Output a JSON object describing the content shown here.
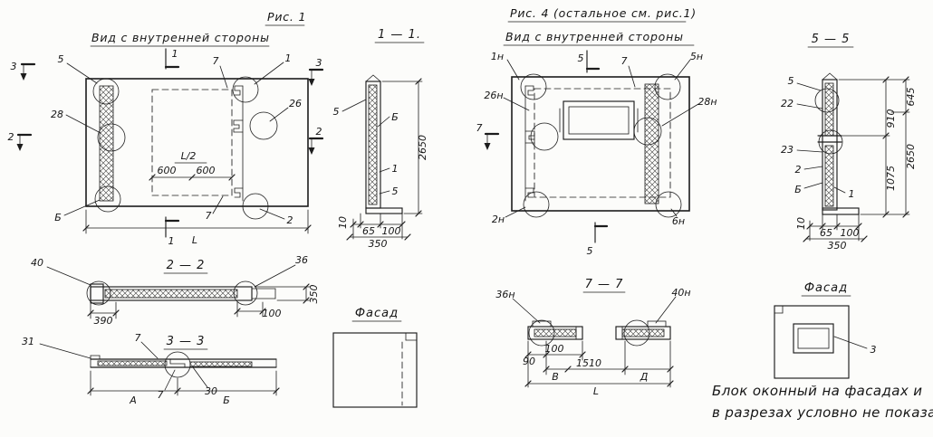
{
  "fig1": {
    "title": "Рис. 1",
    "view_label": "Вид с внутренней стороны",
    "plan": {
      "mark_3_left": "3",
      "callout_5": "5",
      "mark_1_top": "1",
      "callout_7_top": "7",
      "callout_1": "1",
      "mark_3_right": "3",
      "callout_28": "28",
      "callout_26": "26",
      "mark_2_left": "2",
      "mark_2_right": "2",
      "dim_half_l": "L/2",
      "dim_600_left": "600",
      "dim_600_right": "600",
      "callout_b": "Б",
      "callout_7_bottom": "7",
      "callout_2": "2",
      "mark_1_bottom": "1",
      "dim_l": "L"
    },
    "section_1_1": {
      "title": "1 — 1.",
      "callout_5_top": "5",
      "callout_b": "Б",
      "callout_1": "1",
      "callout_5_bottom": "5",
      "dim_height": "2650",
      "dim_10": "10",
      "dim_65": "65",
      "dim_100": "100",
      "dim_350": "350"
    },
    "section_2_2": {
      "title": "2 — 2",
      "callout_40": "40",
      "callout_36": "36",
      "dim_390": "390",
      "dim_100": "100",
      "dim_350": "350"
    },
    "section_3_3": {
      "title": "3 — 3",
      "callout_31": "31",
      "callout_7_top": "7",
      "callout_7_bottom": "7",
      "callout_30": "30",
      "dim_a": "А",
      "dim_b": "Б"
    },
    "facade": {
      "title": "Фасад"
    }
  },
  "fig4": {
    "title": "Рис. 4 (остальное см. рис.1)",
    "view_label": "Вид с внутренней стороны",
    "plan": {
      "callout_1n": "1н",
      "mark_5_top": "5",
      "callout_7_top": "7",
      "callout_5n": "5н",
      "callout_26n": "26н",
      "callout_28n": "28н",
      "mark_7_left": "7",
      "callout_2n": "2н",
      "callout_6n": "6н",
      "mark_5_bottom": "5"
    },
    "section_5_5": {
      "title": "5 — 5",
      "callout_5": "5",
      "callout_22": "22",
      "callout_23": "23",
      "callout_2": "2",
      "callout_b": "Б",
      "callout_1": "1",
      "dim_645": "645",
      "dim_910": "910",
      "dim_2650": "2650",
      "dim_1075": "1075",
      "dim_10": "10",
      "dim_65": "65",
      "dim_100": "100",
      "dim_350": "350"
    },
    "section_7_7": {
      "title": "7 — 7",
      "callout_36n": "36н",
      "callout_40n": "40н",
      "dim_90": "90",
      "dim_100": "100",
      "dim_v": "В",
      "dim_1510": "1510",
      "dim_d": "Д",
      "dim_l": "L"
    },
    "facade": {
      "title": "Фасад",
      "callout_3": "3"
    },
    "note_line1": "Блок  оконный  на  фасадах и",
    "note_line2": "в разрезах  условно  не показан"
  }
}
